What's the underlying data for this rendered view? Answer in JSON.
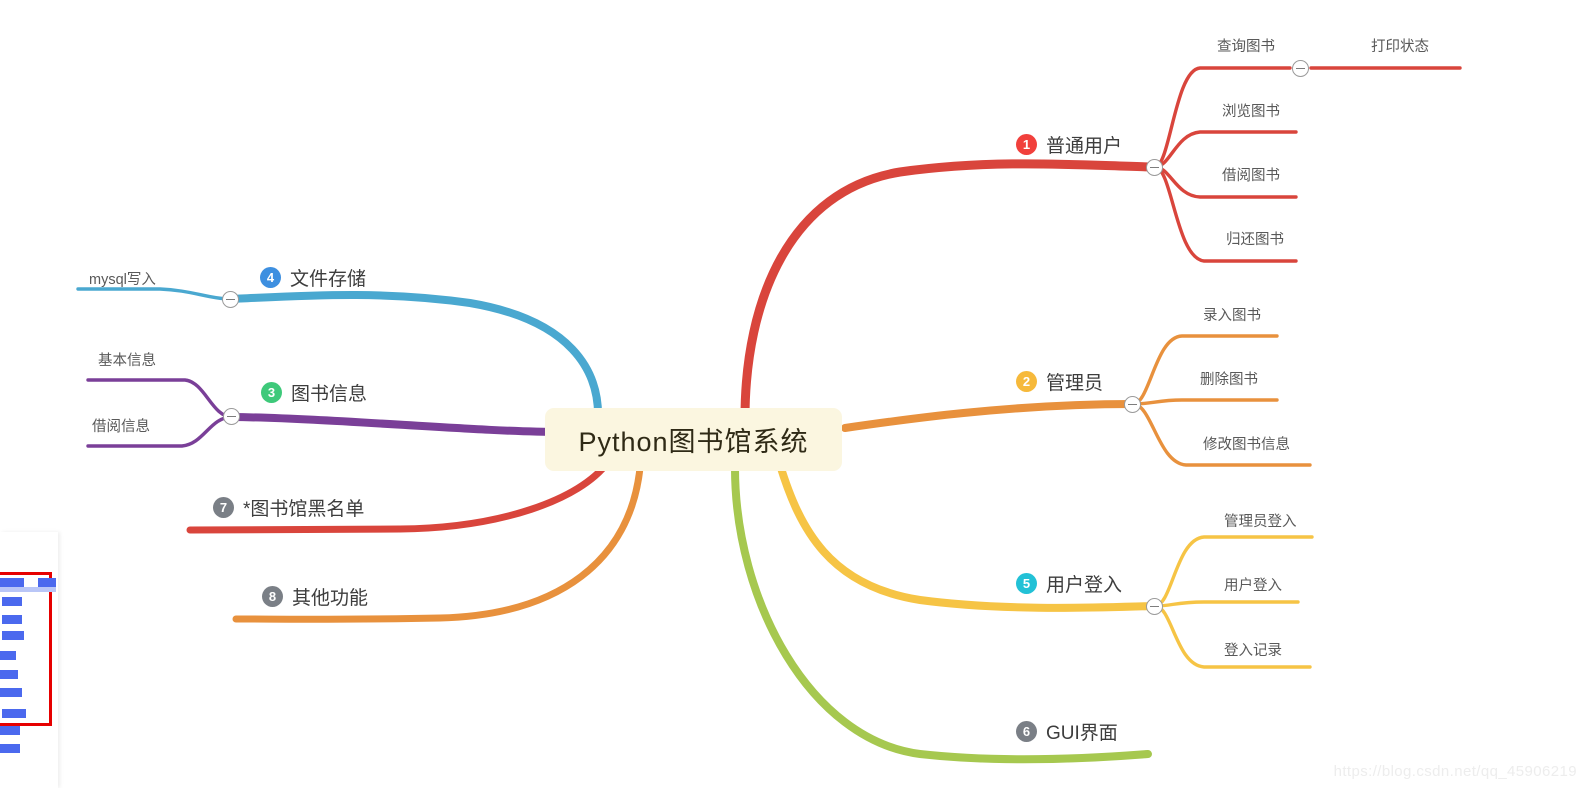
{
  "watermark": "https://blog.csdn.net/qq_45906219",
  "center": {
    "title": "Python图书馆系统",
    "bg_color": "#fbf6e0",
    "text_color": "#2f2a16"
  },
  "colors": {
    "red": "#d9453c",
    "orange": "#e8913d",
    "yellow": "#f6c445",
    "green": "#a6c84f",
    "blue": "#4aa8d0",
    "purple": "#7a3f98",
    "badge_red": "#f1403c",
    "badge_orange": "#f6b93b",
    "badge_green": "#3ec97a",
    "badge_blue": "#3d8fe0",
    "badge_cyan": "#22c1d6",
    "badge_gray": "#7a7f86"
  },
  "branches": [
    {
      "number": "❶",
      "label": "普通用户",
      "badge_color": "#f1403c",
      "line_color": "#d9453c",
      "children": [
        {
          "label": "查询图书",
          "children": [
            {
              "label": "打印状态"
            }
          ]
        },
        {
          "label": "浏览图书"
        },
        {
          "label": "借阅图书"
        },
        {
          "label": "归还图书"
        }
      ]
    },
    {
      "number": "❷",
      "label": "管理员",
      "badge_color": "#f6b93b",
      "line_color": "#e8913d",
      "children": [
        {
          "label": "录入图书"
        },
        {
          "label": "删除图书"
        },
        {
          "label": "修改图书信息"
        }
      ]
    },
    {
      "number": "❺",
      "label": "用户登入",
      "badge_color": "#22c1d6",
      "line_color": "#f6c445",
      "children": [
        {
          "label": "管理员登入"
        },
        {
          "label": "用户登入"
        },
        {
          "label": "登入记录"
        }
      ]
    },
    {
      "number": "❻",
      "label": "GUI界面",
      "badge_color": "#7a7f86",
      "line_color": "#a6c84f",
      "children": []
    },
    {
      "number": "❹",
      "label": "文件存储",
      "badge_color": "#3d8fe0",
      "line_color": "#4aa8d0",
      "children": [
        {
          "label": "mysql写入"
        }
      ]
    },
    {
      "number": "❸",
      "label": "图书信息",
      "badge_color": "#3ec97a",
      "line_color": "#7a3f98",
      "children": [
        {
          "label": "基本信息"
        },
        {
          "label": "借阅信息"
        }
      ]
    },
    {
      "number": "❼",
      "label": "*图书馆黑名单",
      "badge_color": "#7a7f86",
      "line_color": "#d9453c",
      "children": []
    },
    {
      "number": "❽",
      "label": "其他功能",
      "badge_color": "#7a7f86",
      "line_color": "#e8913d",
      "children": []
    }
  ],
  "toggles": [
    {
      "name": "toggle-normal-user"
    },
    {
      "name": "toggle-query-book"
    },
    {
      "name": "toggle-admin"
    },
    {
      "name": "toggle-user-login"
    },
    {
      "name": "toggle-file-storage"
    },
    {
      "name": "toggle-book-info"
    }
  ]
}
